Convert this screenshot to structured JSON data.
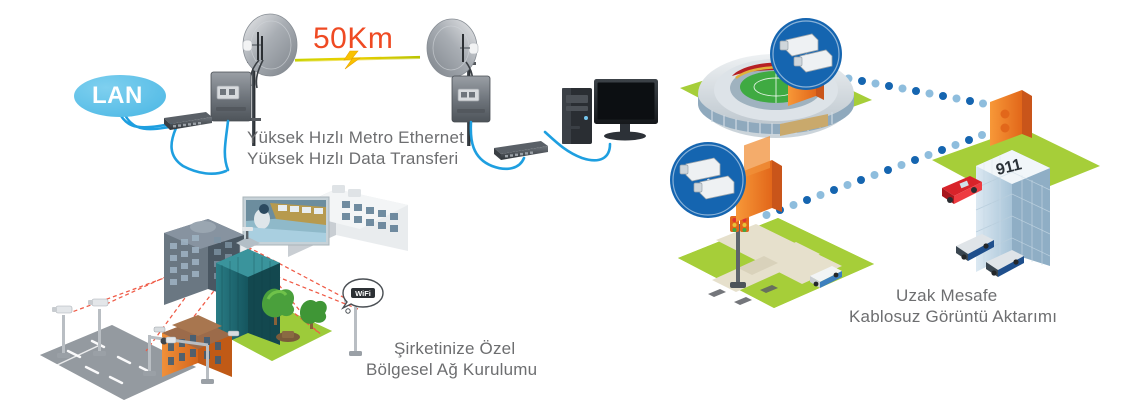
{
  "page": {
    "title": "Kablosuz Ag Cozumleri Infografik",
    "background": "#ffffff"
  },
  "colors": {
    "caption_text": "#6d6e70",
    "lan_cloud": "#5bc0e8",
    "distance_text": "#ef4a23",
    "link_beam_start": "#c8d400",
    "link_beam_end": "#e8c400",
    "cable_blue": "#1e9fe0",
    "dot_dark": "#1565b0",
    "dot_light": "#8ebddd",
    "grass_green": "#a6ce39",
    "antenna_orange": "#f07a22",
    "cctv_circle": "#1565b0",
    "wireless_link_red": "#ef5a46",
    "teal_tower": "#1c6b74",
    "road_gray": "#8c9298"
  },
  "panels": [
    {
      "id": "metro-ethernet",
      "caption_lines": [
        "Yüksek Hızlı Metro Ethernet",
        "Yüksek Hızlı Data Transferi"
      ],
      "distance_label": "50Km",
      "cloud_label": "LAN",
      "devices": [
        "lan-cloud",
        "network-switch-left",
        "dish-antenna-left",
        "radio-unit-left",
        "dish-antenna-right",
        "radio-unit-right",
        "network-switch-right",
        "desktop-tower",
        "monitor"
      ]
    },
    {
      "id": "bolgesel-ag",
      "caption_lines": [
        "Şirketinize Özel",
        "Bölgesel Ağ Kurulumu"
      ],
      "badge_label": "WiFi",
      "devices": [
        "office-tower-gray",
        "office-building-white",
        "teal-skyscraper",
        "orange-building",
        "control-room-photo",
        "highway-gantry",
        "camera-pole",
        "park-area",
        "wifi-bubble"
      ]
    },
    {
      "id": "uzak-mesafe",
      "caption_lines": [
        "Uzak Mesafe",
        "Kablosuz Görüntü Aktarımı"
      ],
      "building_label": "911",
      "devices": [
        "stadium",
        "cctv-circle-stadium",
        "antenna-panel-stadium",
        "emergency-building",
        "antenna-panel-building",
        "fire-truck",
        "police-car-1",
        "police-car-2",
        "intersection",
        "traffic-light",
        "cctv-circle-street",
        "antenna-panel-street",
        "delivery-truck"
      ]
    }
  ]
}
